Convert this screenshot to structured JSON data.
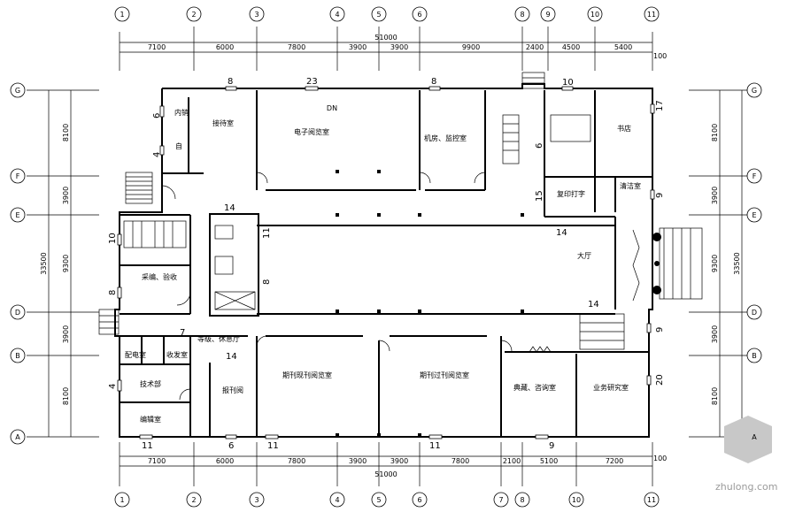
{
  "plan": {
    "cols_top": [
      "1",
      "2",
      "3",
      "4",
      "5",
      "6",
      "8",
      "9",
      "10",
      "11"
    ],
    "cols_bottom": [
      "1",
      "2",
      "3",
      "4",
      "5",
      "6",
      "7",
      "8",
      "10",
      "11"
    ],
    "rows": [
      "G",
      "F",
      "E",
      "D",
      "B",
      "A"
    ],
    "dims_top": [
      "7100",
      "6000",
      "7800",
      "3900",
      "3900",
      "9900",
      "2400",
      "4500",
      "5400"
    ],
    "dims_bottom": [
      "7100",
      "6000",
      "7800",
      "3900",
      "3900",
      "7800",
      "2100",
      "5100",
      "7200"
    ],
    "total_width": "51000",
    "dims_side": [
      "8100",
      "3900",
      "9300",
      "3900",
      "8100"
    ],
    "total_height": "33500",
    "small_dim": "100",
    "rooms": {
      "r_neixiao": "内销",
      "r_jieshou": "接待室",
      "r_dianzi": "电子阅览室",
      "r_jifang": "机房、监控室",
      "r_shudian": "书店",
      "r_ziji": "自",
      "r_fuyin": "复印打字",
      "r_qingjie": "清洁室",
      "r_caibian": "采编、验收",
      "r_dating": "大厅",
      "r_dengji": "等级、休息厅",
      "r_peidian": "配电室",
      "r_shoufa": "收发室",
      "r_jishu": "技术部",
      "r_bianji": "编辑室",
      "r_baokan": "报刊阅",
      "r_qikan": "期刊现刊阅览室",
      "r_guoqi": "期刊过刊阅览室",
      "r_dianxing": "典藏、咨询室",
      "r_yewu": "业务研究室",
      "r_label": "DN"
    },
    "window_counts": {
      "w_top1": "8",
      "w_top2": "23",
      "w_top3": "8",
      "w_top4": "10",
      "w_left6": "6",
      "w_left4": "4",
      "w_right17": "17",
      "w_mid9": "9",
      "w_fuyin15": "15",
      "w_shudian6": "6",
      "w_hall14a": "14",
      "w_core14": "14",
      "w_core11": "11",
      "w_core8": "8",
      "w_caibian10": "10",
      "w_caibian8": "8",
      "w_hall14b": "14",
      "w_left7": "7",
      "w_baokan14": "14",
      "w_left4b": "4",
      "w_right9b": "9",
      "w_right20": "20",
      "w_bot11a": "11",
      "w_bot6": "6",
      "w_bot11b": "11",
      "w_bot11c": "11",
      "w_bot9": "9"
    },
    "watermark": "zhulong.com"
  }
}
